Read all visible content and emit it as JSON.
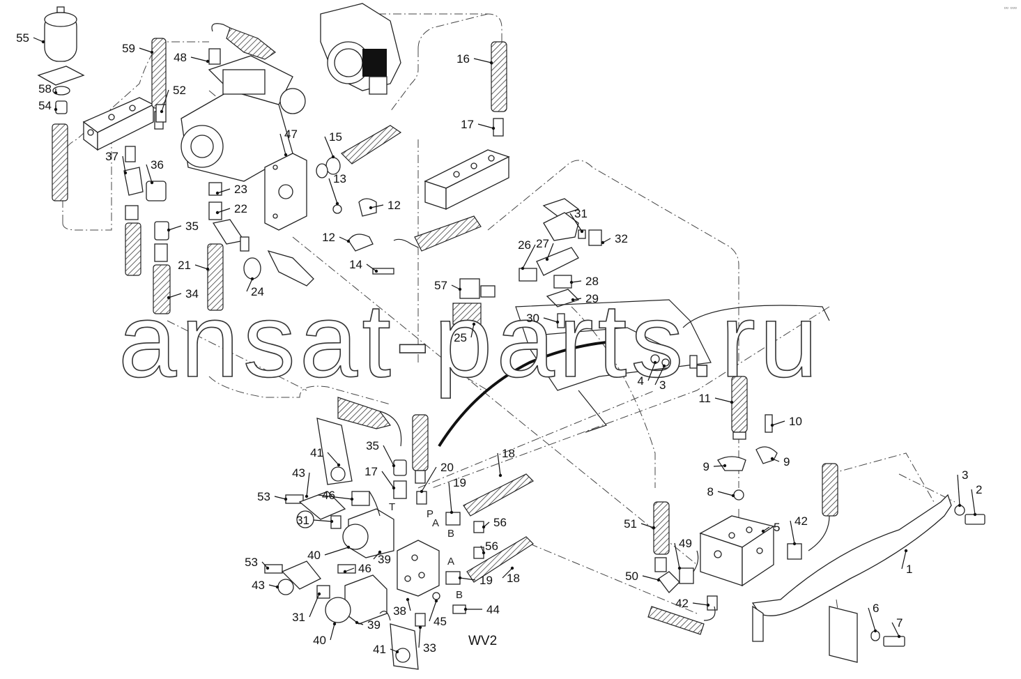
{
  "watermark": "ansat-parts.ru",
  "corner_mark": "▫▫ ▫▫▫",
  "variant_code": "WV2",
  "port_letters": [
    "P",
    "A",
    "B",
    "T",
    "A",
    "B"
  ],
  "callouts": [
    "55",
    "59",
    "48",
    "58",
    "54",
    "52",
    "37",
    "36",
    "15",
    "13",
    "12",
    "12",
    "14",
    "47",
    "23",
    "22",
    "35",
    "21",
    "34",
    "24",
    "16",
    "17",
    "31",
    "32",
    "26",
    "27",
    "28",
    "29",
    "30",
    "57",
    "25",
    "4",
    "3",
    "11",
    "10",
    "9",
    "9",
    "8",
    "41",
    "35",
    "17",
    "20",
    "19",
    "18",
    "43",
    "46",
    "53",
    "31",
    "40",
    "39",
    "56",
    "56",
    "18",
    "19",
    "38",
    "45",
    "44",
    "33",
    "41",
    "40",
    "39",
    "31",
    "43",
    "53",
    "46",
    "51",
    "50",
    "49",
    "42",
    "42",
    "5",
    "3",
    "2",
    "1",
    "6",
    "7"
  ]
}
